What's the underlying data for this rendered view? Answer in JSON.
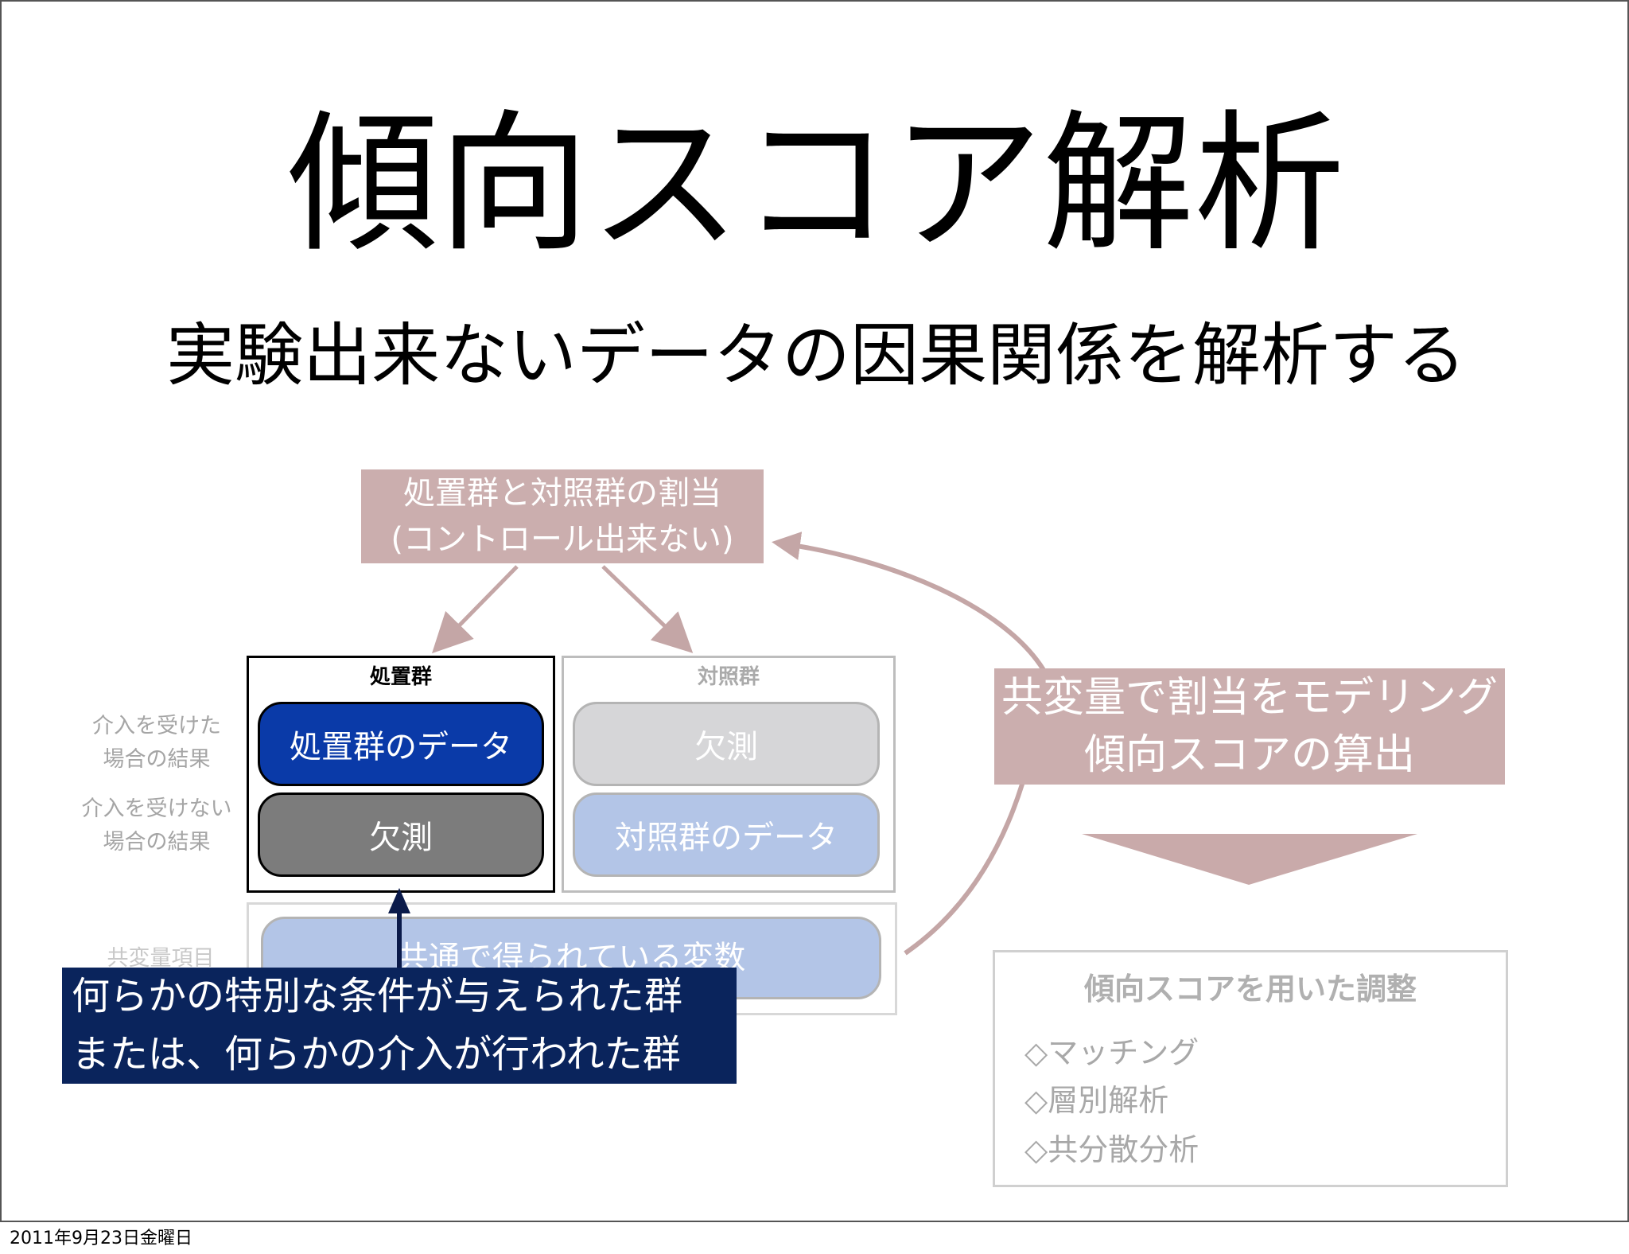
{
  "slide": {
    "title": "傾向スコア解析",
    "subtitle": "実験出来ないデータの因果関係を解析する"
  },
  "assignment": {
    "line1": "処置群と対照群の割当",
    "line2": "(コントロール出来ない)"
  },
  "treated_group": {
    "title": "処置群",
    "data_label": "処置群のデータ",
    "missing_label": "欠測"
  },
  "control_group": {
    "title": "対照群",
    "missing_label": "欠測",
    "data_label": "対照群のデータ"
  },
  "row_labels": {
    "treated_line1": "介入を受けた",
    "treated_line2": "場合の結果",
    "untreated_line1": "介入を受けない",
    "untreated_line2": "場合の結果",
    "covariates": "共変量項目"
  },
  "covariates": {
    "label": "共通で得られている変数"
  },
  "callout": {
    "line1": "何らかの特別な条件が与えられた群",
    "line2": "または、何らかの介入が行われた群"
  },
  "modeling": {
    "line1": "共変量で割当をモデリング",
    "line2": "傾向スコアの算出"
  },
  "adjustment": {
    "title": "傾向スコアを用いた調整",
    "items": [
      "◇マッチング",
      "◇層別解析",
      "◇共分散分析"
    ]
  },
  "footer": {
    "date": "2011年9月23日金曜日"
  },
  "colors": {
    "muted_rose": "#cbaeae",
    "treated_blue": "#0a3aa8",
    "light_blue": "#b3c5e7",
    "callout_navy": "#0a245c",
    "arrow_rose": "#c4a6a6"
  }
}
